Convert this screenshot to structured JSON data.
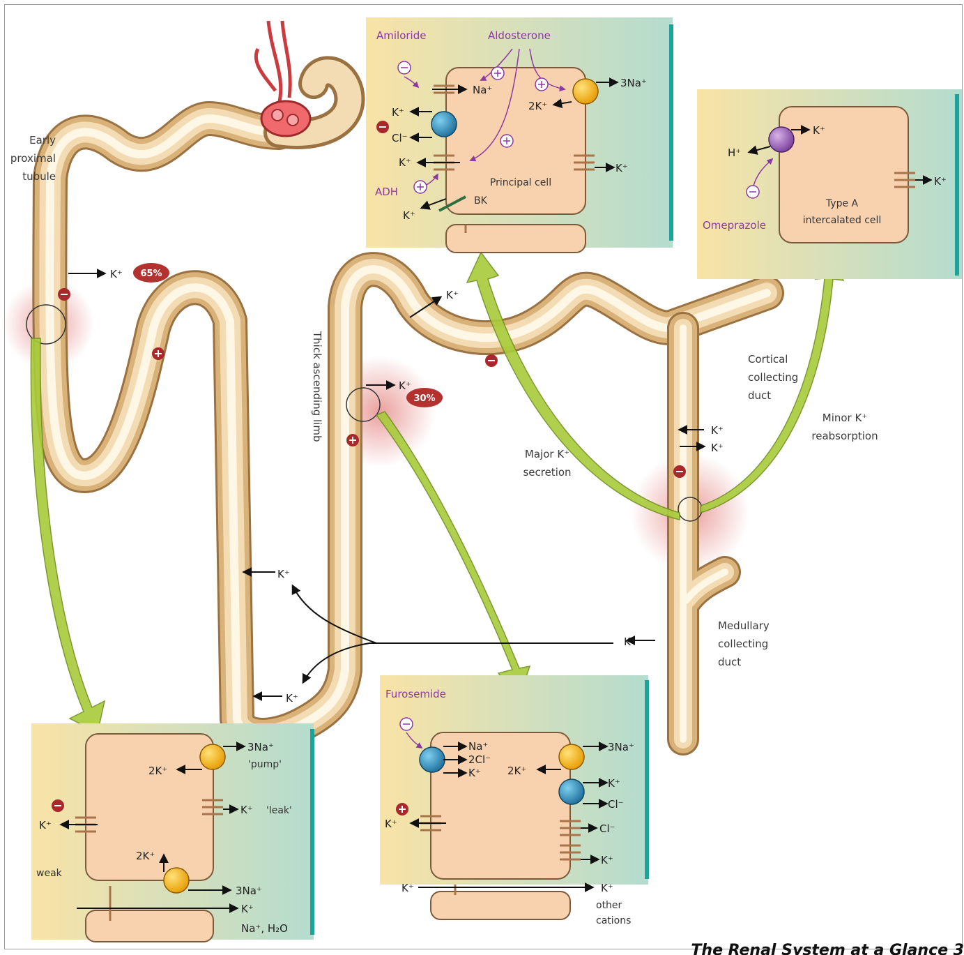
{
  "regions": {
    "early_proximal": "Early\nproximal\ntubule",
    "thick_ascending": "Thick ascending limb",
    "cortical_cd": "Cortical\ncollecting\nduct",
    "medullary_cd": "Medullary\ncollecting\nduct",
    "major": "Major K⁺\nsecretion",
    "minor": "Minor K⁺\nreabsorption"
  },
  "percent": {
    "proximal": "65%",
    "tal": "30%"
  },
  "ions": {
    "k": "K⁺",
    "na": "Na⁺",
    "cl": "Cl⁻",
    "two_cl": "2Cl⁻",
    "h": "H⁺",
    "three_na": "3Na⁺",
    "two_k": "2K⁺",
    "na_h2o": "Na⁺, H₂O",
    "other_cations": "other\ncations"
  },
  "labels": {
    "pump": "'pump'",
    "leak": "'leak'",
    "weak": "weak",
    "bk": "BK",
    "principal_cell": "Principal cell",
    "type_a": "Type A\nintercalated cell"
  },
  "drugs": {
    "amiloride": "Amiloride",
    "aldosterone": "Aldosterone",
    "adh": "ADH",
    "omeprazole": "Omeprazole",
    "furosemide": "Furosemide"
  },
  "footer": "The Renal System at a Glance 3",
  "colors": {
    "tubule_outer": "#c89a5c",
    "tubule_inner": "#f3dcb3",
    "tubule_lumen": "#fff7e6",
    "box_left": "#f9e3a6",
    "box_right": "#b4dccf",
    "cell": "#f8d2ae",
    "arrow_green": "#a8cc3a",
    "pump_orange": "#f6b218",
    "channel_blue": "#2f8fbf",
    "pump_purple": "#9b63b8",
    "charge_red": "#a8282b",
    "drug_purple": "#8a3aa0"
  }
}
